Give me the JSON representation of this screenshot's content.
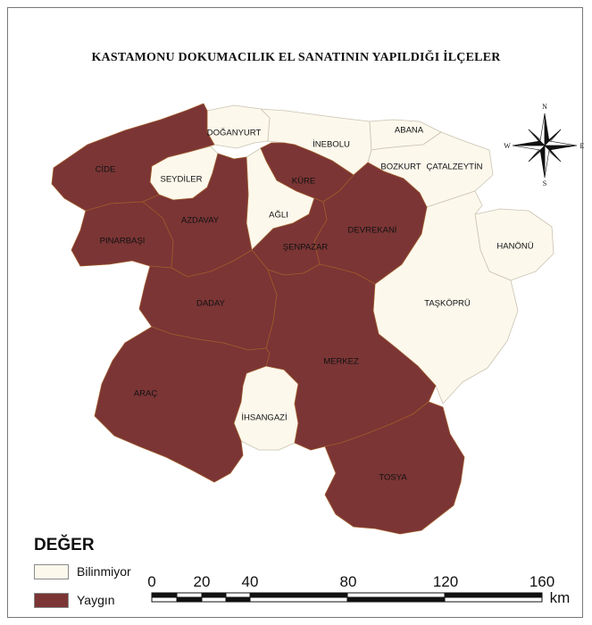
{
  "title": "KASTAMONU DOKUMACILIK EL SANATININ YAPILDIĞI İLÇELER",
  "colors": {
    "bilinmiyor": "#fcf8ec",
    "yaygin": "#7b3535",
    "border_light": "#c9c3b0",
    "border_dark": "#a05a2a"
  },
  "districts": [
    {
      "name": "CİDE",
      "category": "Yaygın"
    },
    {
      "name": "DOĞANYURT",
      "category": "Bilinmiyor"
    },
    {
      "name": "İNEBOLU",
      "category": "Bilinmiyor"
    },
    {
      "name": "ABANA",
      "category": "Bilinmiyor"
    },
    {
      "name": "BOZKURT",
      "category": "Bilinmiyor"
    },
    {
      "name": "ÇATALZEYTİN",
      "category": "Bilinmiyor"
    },
    {
      "name": "SEYDİLER",
      "category": "Bilinmiyor"
    },
    {
      "name": "KÜRE",
      "category": "Yaygın"
    },
    {
      "name": "AĞLI",
      "category": "Bilinmiyor"
    },
    {
      "name": "AZDAVAY",
      "category": "Yaygın"
    },
    {
      "name": "DEVREKANİ",
      "category": "Yaygın"
    },
    {
      "name": "HANÖNÜ",
      "category": "Bilinmiyor"
    },
    {
      "name": "PINARBAŞI",
      "category": "Yaygın"
    },
    {
      "name": "ŞENPAZAR",
      "category": "Yaygın"
    },
    {
      "name": "TAŞKÖPRÜ",
      "category": "Bilinmiyor"
    },
    {
      "name": "DADAY",
      "category": "Yaygın"
    },
    {
      "name": "MERKEZ",
      "category": "Yaygın"
    },
    {
      "name": "ARAÇ",
      "category": "Yaygın"
    },
    {
      "name": "İHSANGAZİ",
      "category": "Bilinmiyor"
    },
    {
      "name": "TOSYA",
      "category": "Yaygın"
    }
  ],
  "compass": {
    "n": "N",
    "s": "S",
    "e": "E",
    "w": "W"
  },
  "legend": {
    "title": "DEĞER",
    "items": [
      {
        "label": "Bilinmiyor",
        "color": "#fcf8ec"
      },
      {
        "label": "Yaygın",
        "color": "#7b3535"
      }
    ]
  },
  "scale_bar": {
    "ticks": [
      "0",
      "20",
      "40",
      "80",
      "120",
      "160"
    ],
    "unit": "km"
  }
}
